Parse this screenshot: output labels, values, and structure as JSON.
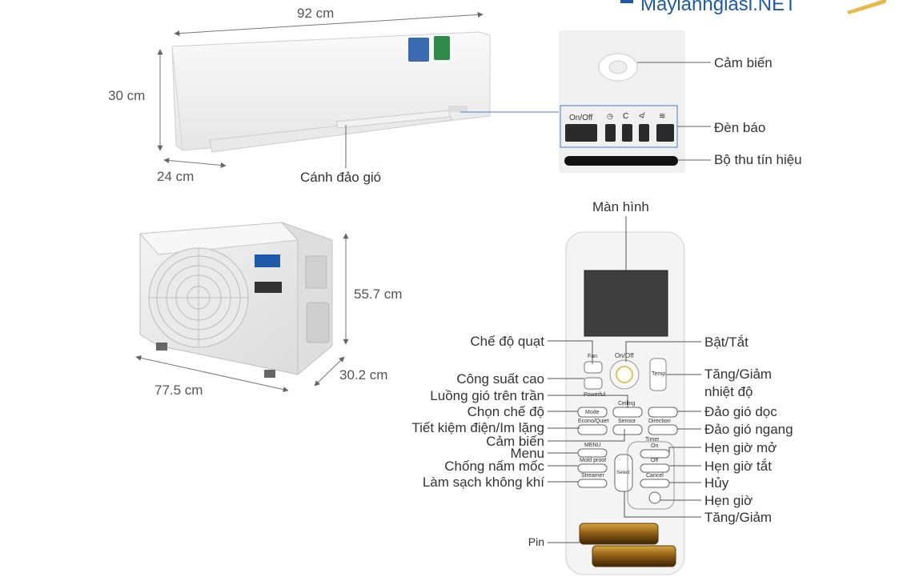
{
  "brand": {
    "text": "Maylanhgiasi.NET"
  },
  "indoor_unit": {
    "width": "92 cm",
    "height": "30 cm",
    "depth": "24 cm",
    "louver": "Cánh đảo gió"
  },
  "panel": {
    "sensor": "Cảm biến",
    "indicator": "Đèn báo",
    "receiver": "Bộ thu tín hiệu",
    "on_off": "On/Off"
  },
  "outdoor_unit": {
    "height": "55.7 cm",
    "width": "77.5 cm",
    "depth": "30.2 cm"
  },
  "remote": {
    "screen": "Màn hình",
    "left_labels": [
      "Chế độ quạt",
      "Công suất cao",
      "Luồng gió trên trần",
      "Chọn chế độ",
      "Tiết kiệm điện/Im lặng",
      "Cảm biến",
      "Menu",
      "Chống nấm mốc",
      "Làm sạch không khí"
    ],
    "right_labels": {
      "power": "Bật/Tắt",
      "temp_line1": "Tăng/Giảm",
      "temp_line2": "nhiệt độ",
      "vertical_swing": "Đảo gió dọc",
      "horizontal_swing": "Đảo gió ngang",
      "timer_on": "Hẹn giờ mở",
      "timer_off": "Hẹn giờ tắt",
      "cancel": "Hủy",
      "timer": "Hẹn giờ",
      "up_down": "Tăng/Giảm"
    },
    "battery": "Pin",
    "buttons": {
      "fan": "Fan",
      "powerful": "Powerful",
      "on_off": "On/Off",
      "temp": "Temp",
      "ceiling": "Ceiling",
      "mode": "Mode",
      "econo": "Econo/Quiet",
      "sensor": "Sensor",
      "direction": "Direction",
      "menu": "MENU",
      "mold": "Mold proof",
      "streamer": "Streamer",
      "select": "Select",
      "timer": "Timer",
      "on": "On",
      "off": "Off",
      "cancel": "Cancel"
    }
  }
}
